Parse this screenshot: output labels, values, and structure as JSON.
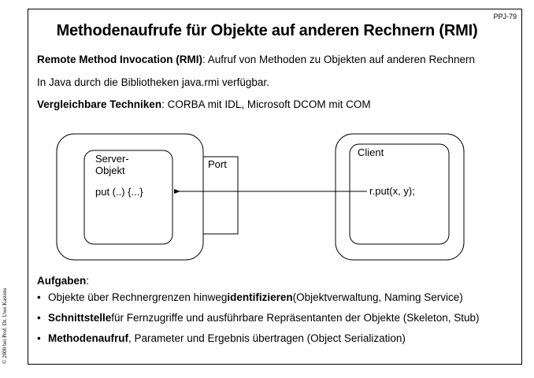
{
  "slide": {
    "id": "PPJ-79",
    "title": "Methodenaufrufe für Objekte auf anderen Rechnern (RMI)",
    "copyright": "© 2000 bei Prof. Dr. Uwe Kastens"
  },
  "intro": [
    {
      "bold": "Remote Method Invocation (RMI)",
      "rest": ": Aufruf von Methoden zu Objekten auf anderen Rechnern"
    },
    {
      "bold": "",
      "rest": "In Java durch die Bibliotheken java.rmi verfügbar."
    },
    {
      "bold": "Vergleichbare Techniken",
      "rest": ": CORBA mit IDL, Microsoft DCOM mit COM"
    }
  ],
  "diagram": {
    "server_label_1": "Server-",
    "server_label_2": "Objekt",
    "server_method": "put (..) {...}",
    "port_label": "Port",
    "client_label": "Client",
    "client_call": "r.put(x, y);"
  },
  "tasks": {
    "heading": "Aufgaben",
    "heading_suffix": ":",
    "items": [
      {
        "pre": "Objekte über Rechnergrenzen hinweg ",
        "bold": "identifizieren",
        "post": " (Objektverwaltung, Naming Service)"
      },
      {
        "pre": "",
        "bold": "Schnittstelle",
        "post": " für Fernzugriffe und ausführbare Repräsentanten der Objekte (Skeleton, Stub)"
      },
      {
        "pre": "",
        "bold": "Methodenaufruf",
        "post": ", Parameter und Ergebnis übertragen (Object Serialization)"
      }
    ]
  }
}
